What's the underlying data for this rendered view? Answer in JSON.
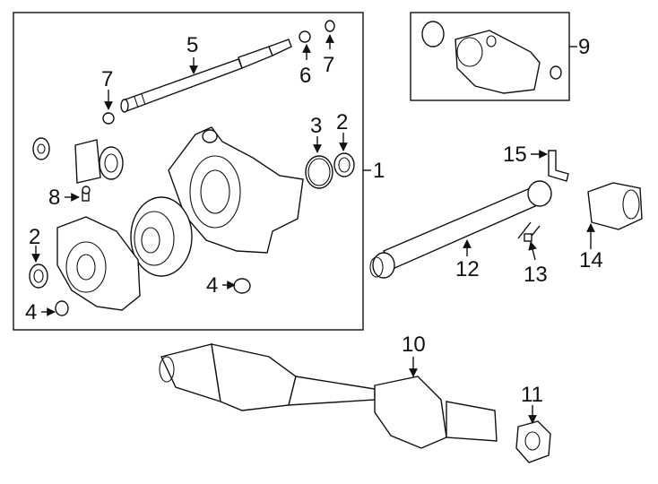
{
  "diagram": {
    "callouts": {
      "c1": "1",
      "c2a": "2",
      "c2b": "2",
      "c3": "3",
      "c4a": "4",
      "c4b": "4",
      "c5": "5",
      "c6": "6",
      "c7a": "7",
      "c7b": "7",
      "c8": "8",
      "c9": "9",
      "c10": "10",
      "c11": "11",
      "c12": "12",
      "c13": "13",
      "c14": "14",
      "c15": "15"
    }
  }
}
